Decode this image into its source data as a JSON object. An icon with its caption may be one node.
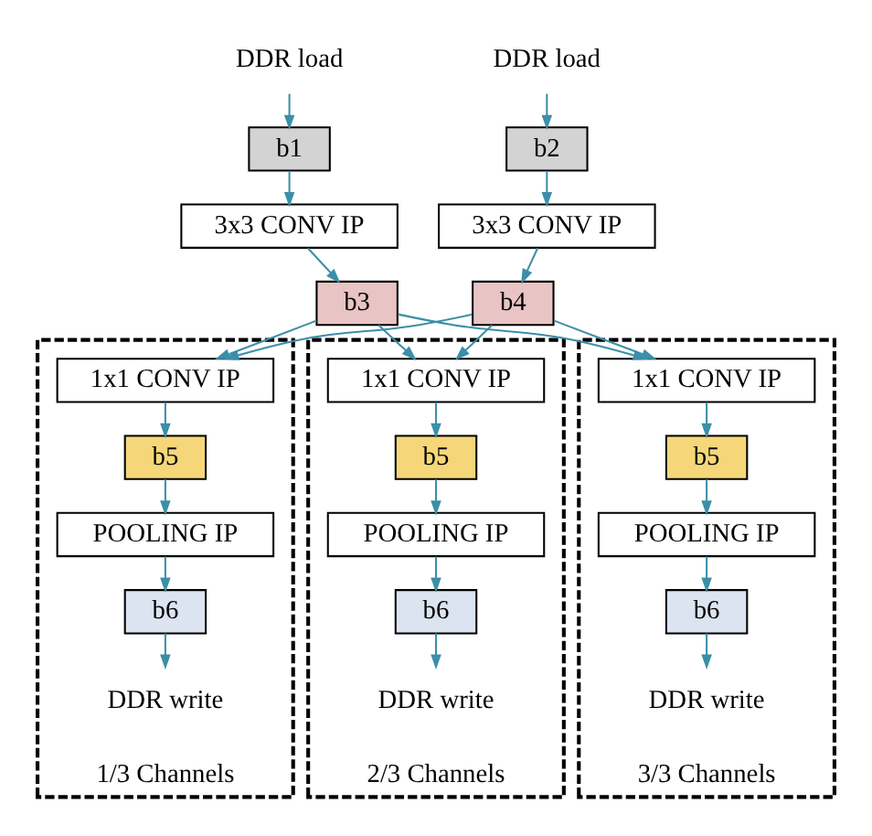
{
  "diagram": {
    "nodes": [
      {
        "text": [
          "DDR load"
        ]
      },
      {
        "text": [
          "b1"
        ]
      },
      {
        "text": [
          "3x3 CONV IP"
        ]
      },
      {
        "text": [
          "b3"
        ]
      },
      {
        "text": [
          "DDR load"
        ]
      },
      {
        "text": [
          "b2"
        ]
      },
      {
        "text": [
          "3x3 CONV IP"
        ]
      },
      {
        "text": [
          "b4"
        ]
      },
      {
        "text": [],
        "shape": "box",
        "beside": [
          "1/3 Channels"
        ]
      },
      {
        "text": [
          "1x1 CONV IP"
        ],
        "in": 8
      },
      {
        "text": [
          "b5"
        ],
        "in": 8
      },
      {
        "text": [
          "POOLING IP"
        ],
        "in": 8
      },
      {
        "text": [
          "b6"
        ],
        "in": 8
      },
      {
        "text": [
          "DDR write"
        ],
        "in": 8
      },
      {
        "text": [],
        "shape": "box",
        "beside": [
          "2/3 Channels"
        ]
      },
      {
        "text": [
          "1x1 CONV IP"
        ],
        "in": 14
      },
      {
        "text": [
          "b5"
        ],
        "in": 14
      },
      {
        "text": [
          "POOLING IP"
        ],
        "in": 14
      },
      {
        "text": [
          "b6"
        ],
        "in": 14
      },
      {
        "text": [
          "DDR write"
        ],
        "in": 14
      },
      {
        "text": [],
        "shape": "box",
        "beside": [
          "3/3 Channels"
        ]
      },
      {
        "text": [
          "1x1 CONV IP"
        ],
        "in": 20
      },
      {
        "text": [
          "b5"
        ],
        "in": 20
      },
      {
        "text": [
          "POOLING IP"
        ],
        "in": 20
      },
      {
        "text": [
          "b6"
        ],
        "in": 20
      },
      {
        "text": [
          "DDR write"
        ],
        "in": 20
      }
    ],
    "edges": [
      {
        "from": 0,
        "to": 1,
        "arrow": "to"
      },
      {
        "from": 1,
        "to": 2,
        "arrow": "to"
      },
      {
        "from": 2,
        "to": 3,
        "arrow": "to"
      },
      {
        "from": 4,
        "to": 5,
        "arrow": "to"
      },
      {
        "from": 5,
        "to": 6,
        "arrow": "to"
      },
      {
        "from": 6,
        "to": 7,
        "arrow": "to"
      },
      {
        "from": 3,
        "to": 9,
        "arrow": "to"
      },
      {
        "from": 3,
        "to": 15,
        "arrow": "to"
      },
      {
        "from": 3,
        "to": 21,
        "arrow": "to"
      },
      {
        "from": 7,
        "to": 9,
        "arrow": "to"
      },
      {
        "from": 7,
        "to": 15,
        "arrow": "to"
      },
      {
        "from": 7,
        "to": 21,
        "arrow": "to"
      },
      {
        "from": 9,
        "to": 10,
        "arrow": "to"
      },
      {
        "from": 10,
        "to": 11,
        "arrow": "to"
      },
      {
        "from": 11,
        "to": 12,
        "arrow": "to"
      },
      {
        "from": 12,
        "to": 13,
        "arrow": "to"
      },
      {
        "from": 15,
        "to": 16,
        "arrow": "to"
      },
      {
        "from": 16,
        "to": 17,
        "arrow": "to"
      },
      {
        "from": 17,
        "to": 18,
        "arrow": "to"
      },
      {
        "from": 18,
        "to": 19,
        "arrow": "to"
      },
      {
        "from": 21,
        "to": 22,
        "arrow": "to"
      },
      {
        "from": 22,
        "to": 23,
        "arrow": "to"
      },
      {
        "from": 23,
        "to": 24,
        "arrow": "to"
      },
      {
        "from": 24,
        "to": 25,
        "arrow": "to"
      }
    ]
  }
}
